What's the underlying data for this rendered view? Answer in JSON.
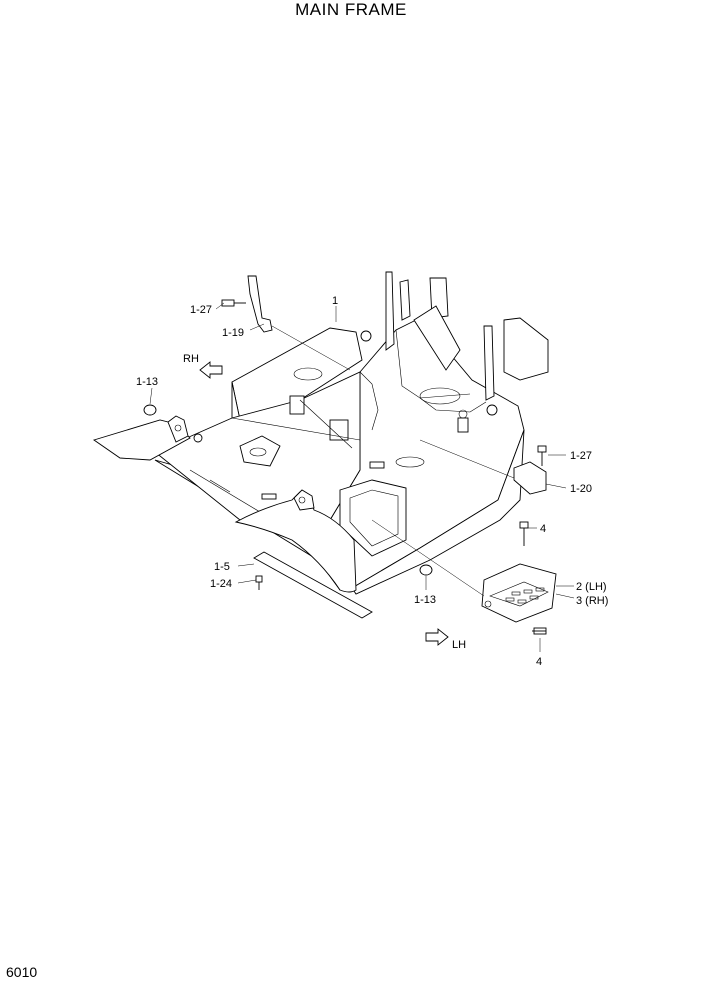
{
  "title": "MAIN FRAME",
  "page_number": "6010",
  "callouts": {
    "c1": "1",
    "c1_27a": "1-27",
    "c1_19": "1-19",
    "c1_13a": "1-13",
    "c1_27b": "1-27",
    "c1_20": "1-20",
    "c4a": "4",
    "c2": "2 (LH)",
    "c3": "3 (RH)",
    "c4b": "4",
    "c1_5": "1-5",
    "c1_24": "1-24",
    "c1_13b": "1-13"
  },
  "directions": {
    "rh": "RH",
    "lh": "LH"
  }
}
